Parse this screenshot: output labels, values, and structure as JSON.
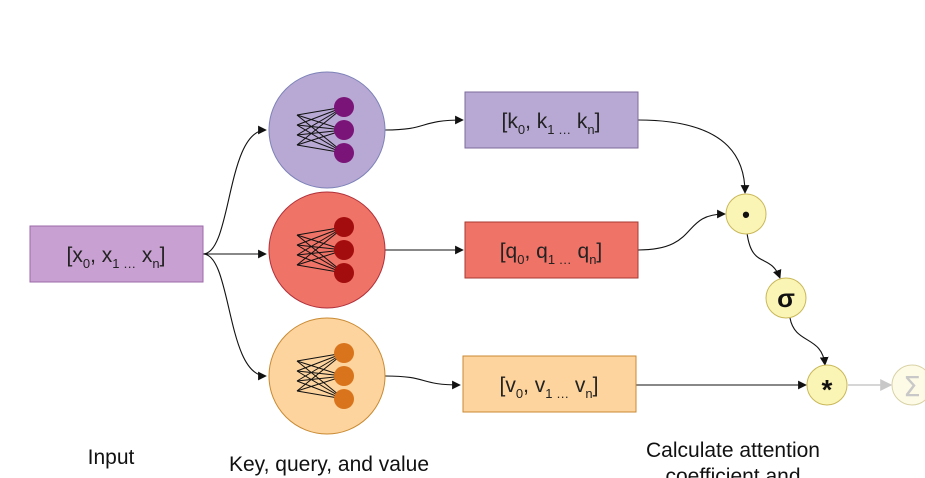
{
  "input_box": {
    "base": "[x",
    "s0": "0",
    "mid1": ", x",
    "s1": "1 …",
    "mid2": " x",
    "sn": "n",
    "end": "]"
  },
  "key_box": {
    "base": "[k",
    "s0": "0",
    "mid1": ", k",
    "s1": "1 …",
    "mid2": " k",
    "sn": "n",
    "end": "]"
  },
  "query_box": {
    "base": "[q",
    "s0": "0",
    "mid1": ", q",
    "s1": "1 …",
    "mid2": " q",
    "sn": "n",
    "end": "]"
  },
  "value_box": {
    "base": "[v",
    "s0": "0",
    "mid1": ", v",
    "s1": "1 …",
    "mid2": " v",
    "sn": "n",
    "end": "]"
  },
  "ops": {
    "dot": "•",
    "sigma": "σ",
    "multiply": "*",
    "sum": "Σ"
  },
  "captions": {
    "input": "Input",
    "kqv": "Key, query, and value",
    "attention_line1": "Calculate attention",
    "attention_line2": "coefficient and"
  },
  "colors": {
    "input_fill": "#c9a0d2",
    "key_fill": "#b8a9d4",
    "key_node": "#7b1478",
    "query_fill": "#f07367",
    "query_node": "#a30d0d",
    "value_fill": "#fdd49e",
    "value_node": "#d9741c",
    "op_fill": "#fbf5b5",
    "sum_color": "#c8c8c8"
  }
}
